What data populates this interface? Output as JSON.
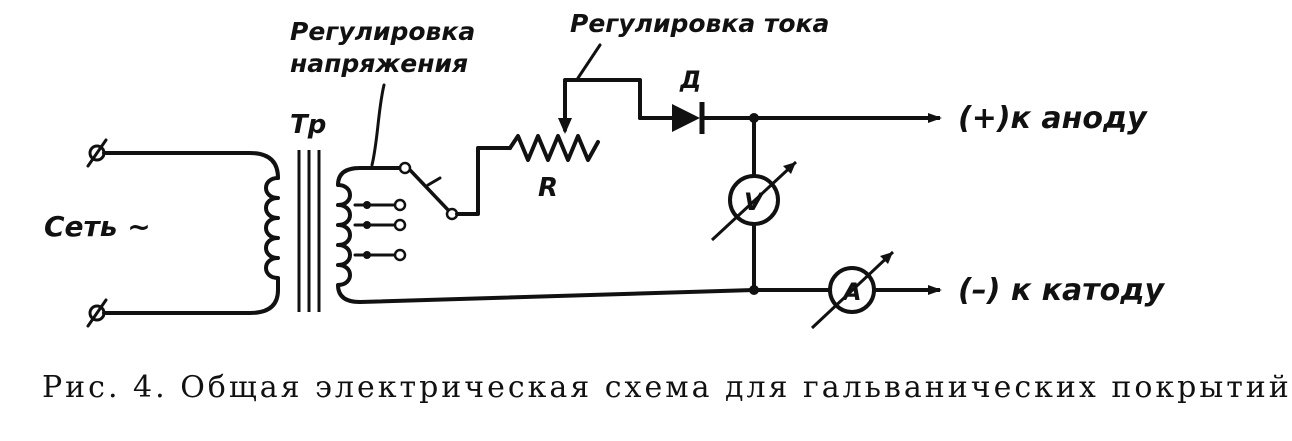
{
  "labels": {
    "voltage_reg_line1": "Регулировка",
    "voltage_reg_line2": "напряжения",
    "current_reg": "Регулировка тока",
    "transformer": "Тр",
    "resistor": "R",
    "diode": "Д",
    "voltmeter": "V",
    "ammeter": "A",
    "mains": "Сеть ~",
    "anode": "(+)к аноду",
    "cathode": "(–) к катоду"
  },
  "caption": {
    "text": "Рис. 4. Общая электрическая схема для гальванических покрытий"
  }
}
